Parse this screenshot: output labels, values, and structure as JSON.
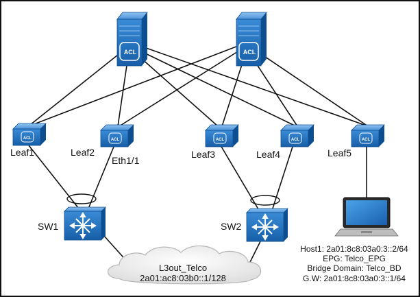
{
  "devices": {
    "spine1": {
      "icon": "acl-spine-icon"
    },
    "spine2": {
      "icon": "acl-spine-icon"
    },
    "leaf1": {
      "label": "Leaf1"
    },
    "leaf2": {
      "label": "Leaf2",
      "port": "Eth1/1"
    },
    "leaf3": {
      "label": "Leaf3"
    },
    "leaf4": {
      "label": "Leaf4"
    },
    "leaf5": {
      "label": "Leaf5"
    },
    "sw1": {
      "label": "SW1"
    },
    "sw2": {
      "label": "SW2"
    },
    "laptop": {
      "icon": "laptop-icon"
    }
  },
  "icon_text": "ACL",
  "cloud": {
    "line1": "L3out_Telco",
    "line2": "2a01:ac8:03b0::1/128"
  },
  "host_info": [
    "Host1: 2a01:8c8:03a0:3::2/64",
    "EPG: Telco_EPG",
    "Bridge Domain: Telco_BD",
    "G.W: 2a01:8c8:03a0:3::1/64"
  ],
  "colors": {
    "device": "#1e6fbf",
    "device_dark": "#0d4e91",
    "device_light": "#5aa0e0",
    "link": "#111111"
  }
}
